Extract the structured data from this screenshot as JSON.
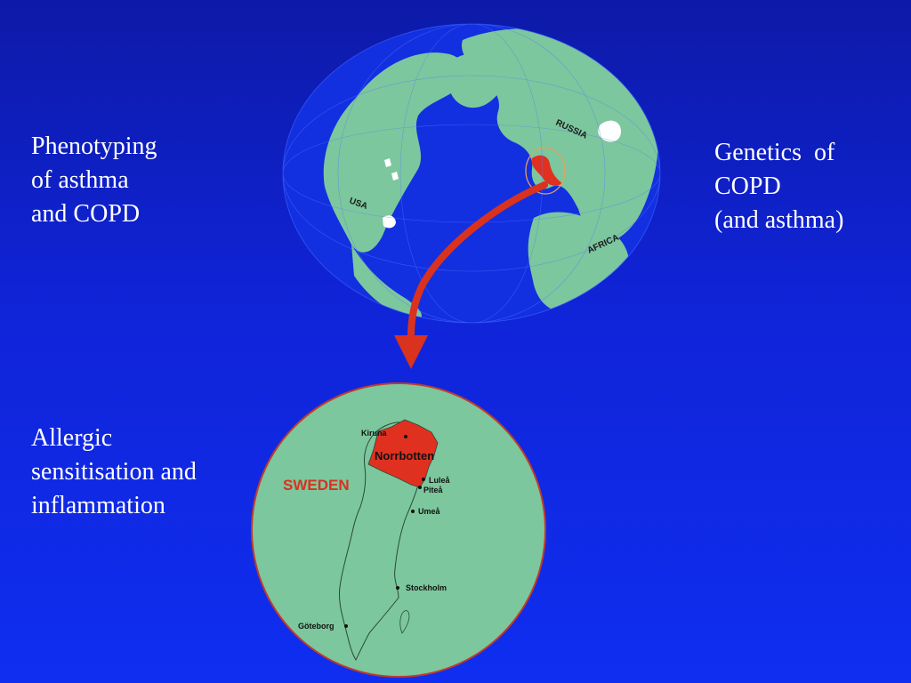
{
  "texts": {
    "phenotyping": [
      "Phenotyping",
      "of asthma",
      "and COPD"
    ],
    "genetics": [
      "Genetics  of",
      "COPD",
      "(and asthma)"
    ],
    "allergic": [
      "Allergic",
      "sensitisation and",
      "inflammation"
    ]
  },
  "globe": {
    "labels": {
      "russia": "RUSSIA",
      "usa": "USA",
      "africa": "AFRICA"
    }
  },
  "sweden_map": {
    "country_label": "SWEDEN",
    "region_label": "Norrbotten",
    "cities": {
      "kiruna": "Kiruna",
      "lulea": "Luleå",
      "pitea": "Piteå",
      "umea": "Umeå",
      "stockholm": "Stockholm",
      "goteborg": "Göteborg"
    }
  },
  "colors": {
    "land": "#7cc79d",
    "water": "#0f2bd8",
    "highlight": "#e03020",
    "arrow": "#d9321e"
  }
}
